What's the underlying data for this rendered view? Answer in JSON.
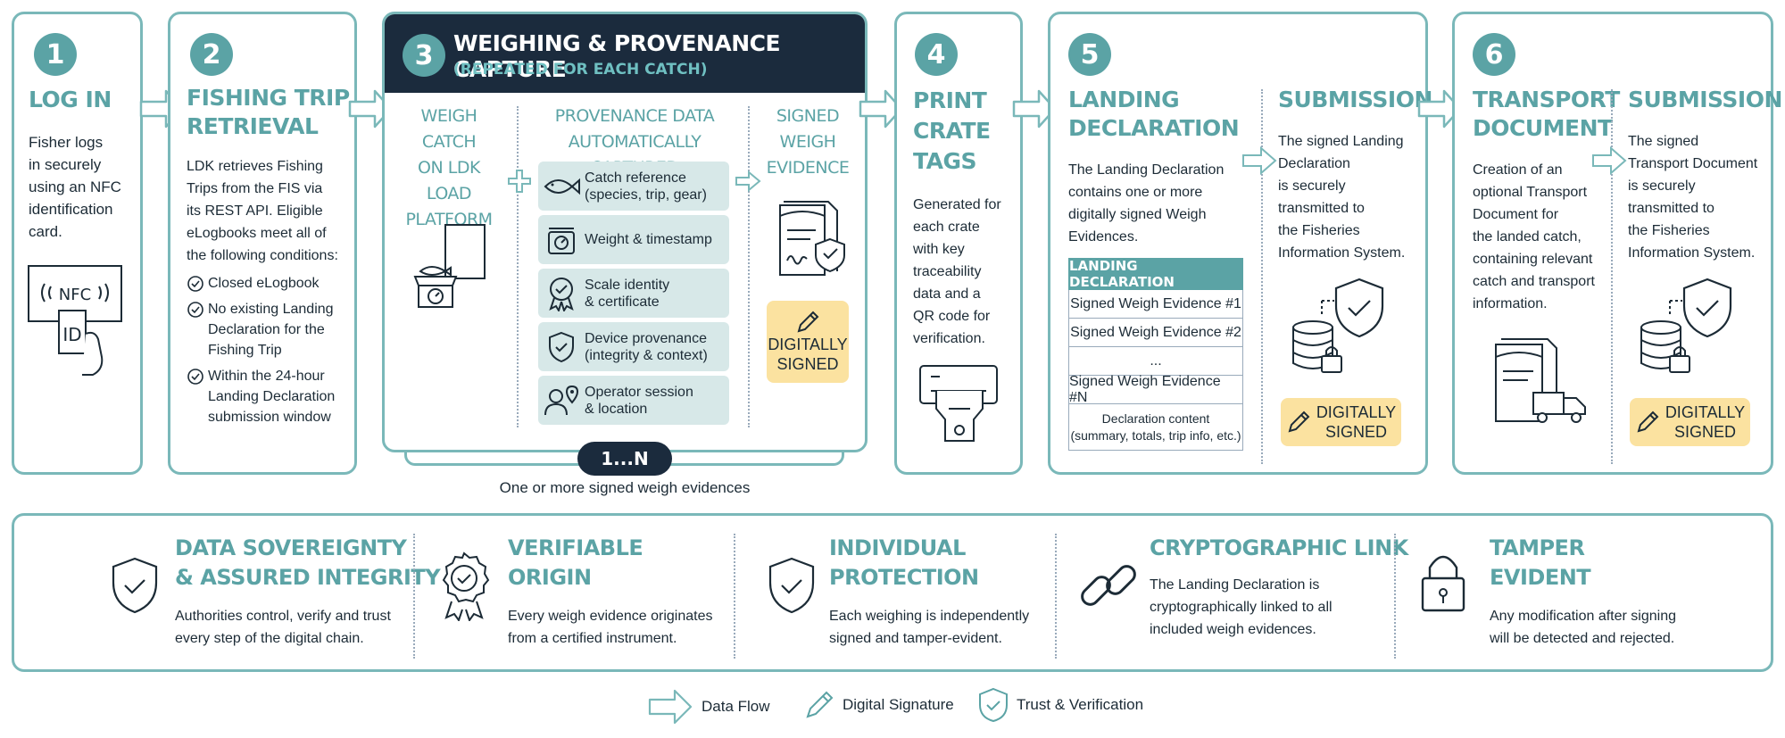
{
  "colors": {
    "teal": "#5ba3a5",
    "navy": "#1b2b3d",
    "light_teal": "#d7e8e8",
    "yellow": "#fbe2a0"
  },
  "steps": [
    {
      "number": "1",
      "title": "LOG IN",
      "body": "Fisher logs\nin securely\nusing an NFC\nidentification\ncard.",
      "nfc_label": "NFC",
      "id_label": "ID"
    },
    {
      "number": "2",
      "title": "FISHING TRIP\nRETRIEVAL",
      "body": "LDK retrieves Fishing\nTrips from the FIS via\nits REST API. Eligible\neLogbooks meet all of\nthe following conditions:",
      "conditions": [
        "Closed eLogbook",
        "No existing Landing\nDeclaration for the\nFishing Trip",
        "Within the 24-hour\nLanding Declaration\nsubmission window"
      ]
    },
    {
      "number": "3",
      "title": "WEIGHING & PROVENANCE CAPTURE",
      "subtitle": "(REPEATED FOR EACH CATCH)",
      "weigh_title": "WEIGH CATCH\nON LDK\nLOAD\nPLATFORM",
      "prov_title": "PROVENANCE DATA\nAUTOMATICALLY CAPTURED",
      "prov_items": [
        "Catch reference\n(species, trip, gear)",
        "Weight & timestamp",
        "Scale identity\n& certificate",
        "Device provenance\n(integrity & context)",
        "Operator session\n& location"
      ],
      "signed_title": "SIGNED\nWEIGH\nEVIDENCE",
      "signed_badge": "DIGITALLY\nSIGNED",
      "multiplicity": "1...N",
      "caption": "One or more signed weigh evidences"
    },
    {
      "number": "4",
      "title": "PRINT\nCRATE\nTAGS",
      "body": "Generated for\neach crate\nwith key\ntraceability\ndata and a\nQR code for\nverification."
    },
    {
      "number": "5",
      "title": "LANDING\nDECLARATION",
      "body": "The Landing Declaration\ncontains one or more\ndigitally signed Weigh\nEvidences.",
      "table_header": "LANDING DECLARATION",
      "table_rows": [
        "Signed Weigh Evidence #1",
        "Signed Weigh Evidence #2",
        "...",
        "Signed Weigh Evidence #N"
      ],
      "table_footer": "Declaration content\n(summary, totals, trip info, etc.)",
      "sub_title": "SUBMISSION",
      "sub_body": "The signed Landing\nDeclaration\nis securely\ntransmitted to\nthe Fisheries\nInformation System.",
      "badge": "DIGITALLY\nSIGNED"
    },
    {
      "number": "6",
      "title": "TRANSPORT\nDOCUMENT",
      "body": "Creation of an\noptional Transport\nDocument for\nthe landed catch,\ncontaining relevant\ncatch and transport\ninformation.",
      "sub_title": "SUBMISSION",
      "sub_body": "The signed\nTransport Document\nis securely\ntransmitted to\nthe Fisheries\nInformation System.",
      "badge": "DIGITALLY\nSIGNED"
    }
  ],
  "benefits": [
    {
      "title": "DATA SOVEREIGNTY\n& ASSURED INTEGRITY",
      "body": "Authorities control, verify and trust\nevery step of the digital chain.",
      "icon": "shield-check-icon"
    },
    {
      "title": "VERIFIABLE\nORIGIN",
      "body": "Every weigh evidence originates\nfrom a certified instrument.",
      "icon": "certificate-badge-icon"
    },
    {
      "title": "INDIVIDUAL\nPROTECTION",
      "body": "Each weighing is independently\nsigned and tamper-evident.",
      "icon": "shield-check-icon"
    },
    {
      "title": "CRYPTOGRAPHIC LINK",
      "body": "The Landing Declaration is\ncryptographically linked to all\nincluded weigh evidences.",
      "icon": "chain-link-icon"
    },
    {
      "title": "TAMPER\nEVIDENT",
      "body": "Any modification after signing\nwill be detected and rejected.",
      "icon": "padlock-icon"
    }
  ],
  "legend": [
    {
      "label": "Data Flow",
      "icon": "arrow-icon"
    },
    {
      "label": "Digital Signature",
      "icon": "pen-icon"
    },
    {
      "label": "Trust & Verification",
      "icon": "shield-icon"
    }
  ]
}
